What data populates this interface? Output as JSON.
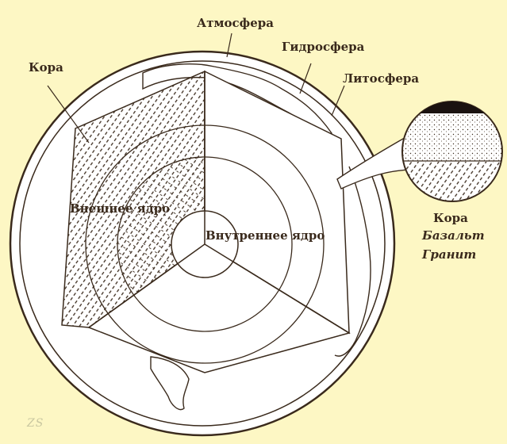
{
  "background_color": "#FDF7C4",
  "ink_color": "#3A2A1C",
  "labels": {
    "atmosphere": "Атмосфера",
    "hydrosphere": "Гидросфера",
    "lithosphere": "Литосфера",
    "crust": "Кора",
    "outer_core": "Внешнее ядро",
    "inner_core": "Внутреннее ядро",
    "inset_title": "Кора",
    "inset_basalt": "Базальт",
    "inset_granite": "Гранит"
  },
  "watermark": "ZS"
}
